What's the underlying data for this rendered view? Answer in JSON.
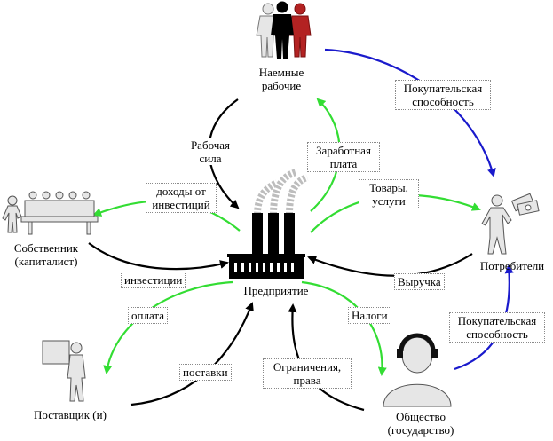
{
  "nodes": {
    "workers": {
      "line1": "Наемные",
      "line2": "рабочие"
    },
    "owner": {
      "line1": "Собственник",
      "line2": "(капиталист)"
    },
    "enterprise": {
      "label": "Предприятие"
    },
    "consumers": {
      "label": "Потребители"
    },
    "supplier": {
      "label": "Поставщик (и)"
    },
    "society": {
      "line1": "Общество",
      "line2": "(государство)"
    }
  },
  "flows": {
    "workforce": {
      "line1": "Рабочая",
      "line2": "сила"
    },
    "wages": {
      "line1": "Заработная",
      "line2": "плата"
    },
    "purchasing_power_top": {
      "line1": "Покупательская",
      "line2": "способность"
    },
    "investment_income": {
      "line1": "доходы от",
      "line2": "инвестиций"
    },
    "goods": {
      "line1": "Товары,",
      "line2": "услуги"
    },
    "investments": {
      "label": "инвестиции"
    },
    "revenue": {
      "label": "Выручка"
    },
    "payment": {
      "label": "оплата"
    },
    "taxes": {
      "label": "Налоги"
    },
    "purchasing_power_bottom": {
      "line1": "Покупательская",
      "line2": "способность"
    },
    "deliveries": {
      "label": "поставки"
    },
    "restrictions": {
      "line1": "Ограничения,",
      "line2": "права"
    }
  },
  "colors": {
    "black_arrow": "#000000",
    "green_arrow": "#33dd33",
    "blue_arrow": "#1a1acc",
    "worker_red": "#b32222",
    "figure_gray": "#9a9a9a"
  },
  "icons": [
    "workers-icon",
    "factory-icon",
    "owner-icon",
    "consumer-icon",
    "supplier-icon",
    "society-icon"
  ]
}
